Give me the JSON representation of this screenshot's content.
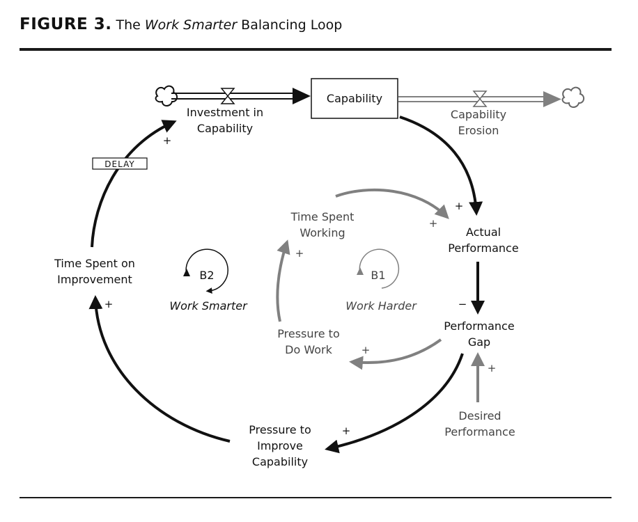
{
  "figure": {
    "label": "FIGURE 3.",
    "caption_pre": "The ",
    "caption_italic": "Work Smarter",
    "caption_post": " Balancing Loop"
  },
  "nodes": {
    "capability": "Capability",
    "investment_line1": "Investment in",
    "investment_line2": "Capability",
    "erosion_line1": "Capability",
    "erosion_line2": "Erosion",
    "actual_line1": "Actual",
    "actual_line2": "Performance",
    "gap_line1": "Performance",
    "gap_line2": "Gap",
    "desired_line1": "Desired",
    "desired_line2": "Performance",
    "pressure_improve_line1": "Pressure to",
    "pressure_improve_line2": "Improve",
    "pressure_improve_line3": "Capability",
    "time_improve_line1": "Time Spent on",
    "time_improve_line2": "Improvement",
    "pressure_work_line1": "Pressure to",
    "pressure_work_line2": "Do Work",
    "time_working_line1": "Time Spent",
    "time_working_line2": "Working"
  },
  "delay_label": "DELAY",
  "loops": {
    "b2_id": "B2",
    "b2_name": "Work Smarter",
    "b1_id": "B1",
    "b1_name": "Work Harder"
  },
  "signs": {
    "investment": "+",
    "actual_from_capability": "+",
    "actual_from_working": "+",
    "gap_from_actual": "−",
    "gap_from_desired": "+",
    "pressure_improve": "+",
    "time_improve": "+",
    "pressure_work": "+",
    "time_working": "+"
  },
  "colors": {
    "primary_link": "#111111",
    "secondary_link": "#808080"
  }
}
